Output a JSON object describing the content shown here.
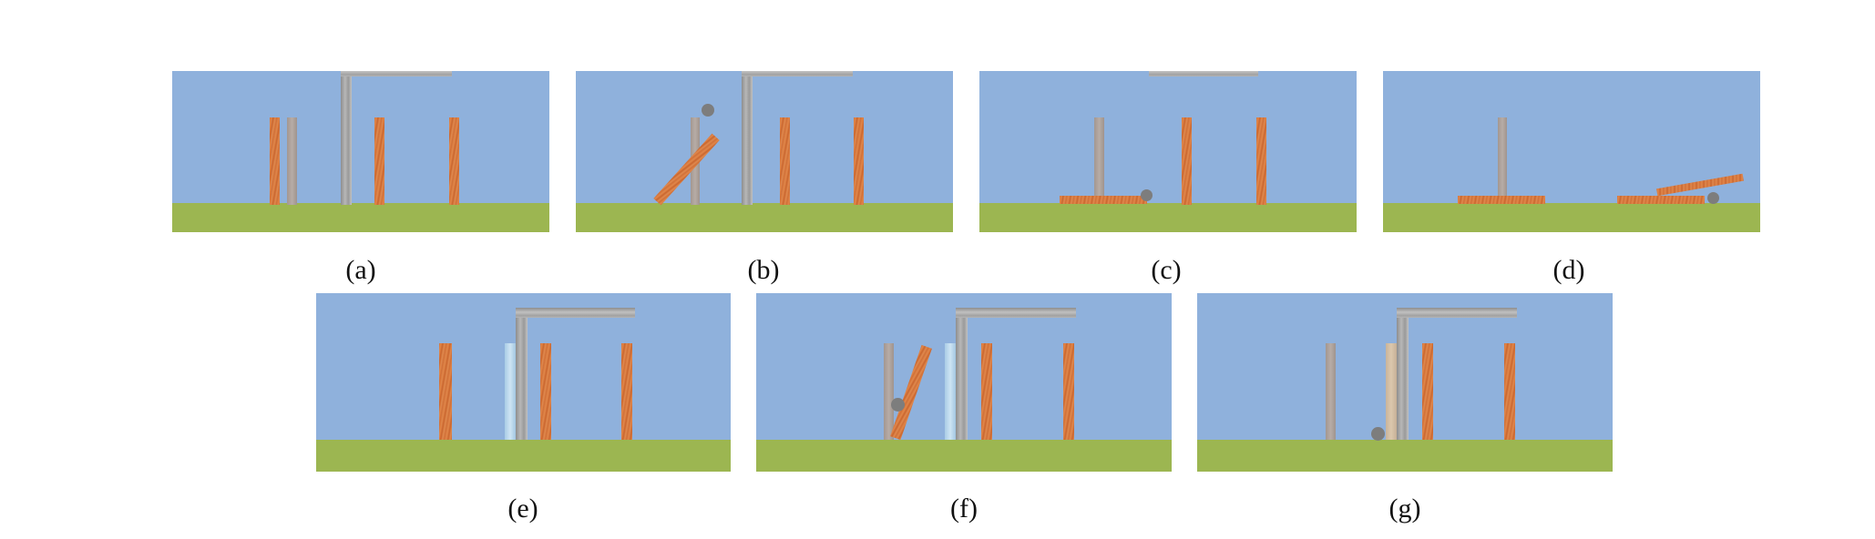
{
  "figure": {
    "panels": [
      {
        "id": "a",
        "caption": "(a)"
      },
      {
        "id": "b",
        "caption": "(b)"
      },
      {
        "id": "c",
        "caption": "(c)"
      },
      {
        "id": "d",
        "caption": "(d)"
      },
      {
        "id": "e",
        "caption": "(e)"
      },
      {
        "id": "f",
        "caption": "(f)"
      },
      {
        "id": "g",
        "caption": "(g)"
      }
    ]
  },
  "colors": {
    "sky": "#8fb1dc",
    "ground": "#9cb651",
    "wood": "#d9773d",
    "metal": "#a9a9a9",
    "ball": "#7d7d7d",
    "glass": "#bcd9ee"
  }
}
